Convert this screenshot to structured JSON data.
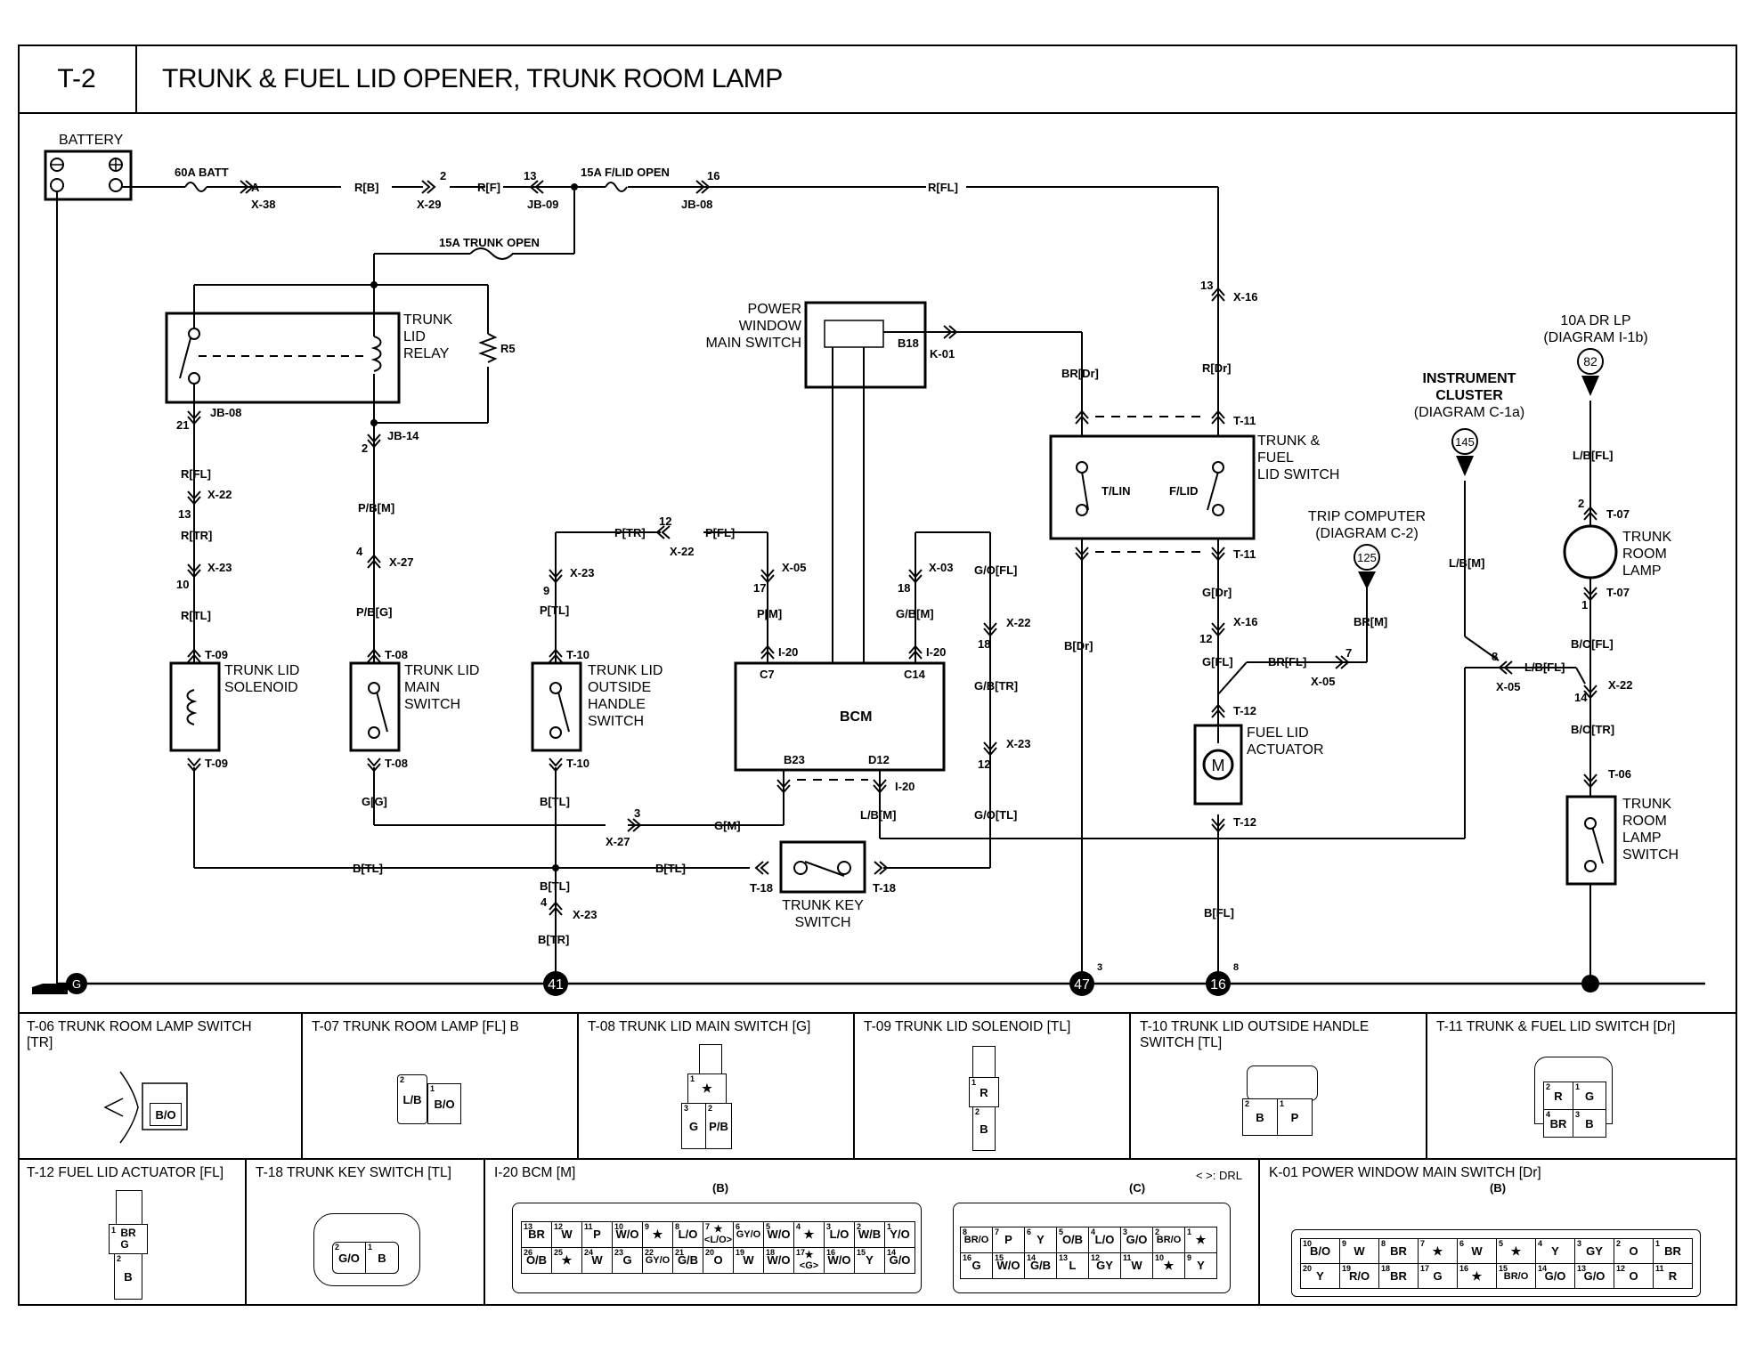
{
  "header": {
    "code": "T-2",
    "title": "TRUNK & FUEL LID OPENER, TRUNK ROOM LAMP"
  },
  "components": {
    "battery": "BATTERY",
    "fuse_batt": "60A BATT",
    "fuse_flid": "15A F/LID OPEN",
    "fuse_trunk": "15A TRUNK OPEN",
    "relay": [
      "TRUNK",
      "LID",
      "RELAY"
    ],
    "resistor": "R5",
    "pw_switch": [
      "POWER",
      "WINDOW",
      "MAIN SWITCH"
    ],
    "pw_pin": "B18",
    "bcm": "BCM",
    "bcm_pins": {
      "c7": "C7",
      "c14": "C14",
      "b23": "B23",
      "d12": "D12"
    },
    "solenoid": [
      "TRUNK LID",
      "SOLENOID"
    ],
    "main_switch": [
      "TRUNK LID",
      "MAIN",
      "SWITCH"
    ],
    "outside_switch": [
      "TRUNK LID",
      "OUTSIDE",
      "HANDLE",
      "SWITCH"
    ],
    "key_switch": [
      "TRUNK KEY",
      "SWITCH"
    ],
    "tf_switch": [
      "TRUNK &",
      "FUEL",
      "LID SWITCH"
    ],
    "tf_switch_inner": {
      "left": "T/LIN",
      "right": "F/LID"
    },
    "fuel_actuator": [
      "FUEL LID",
      "ACTUATOR"
    ],
    "motor_symbol": "M",
    "trip_computer": [
      "TRIP COMPUTER",
      "(DIAGRAM C-2)"
    ],
    "instrument_cluster": [
      "INSTRUMENT",
      "CLUSTER",
      "(DIAGRAM  C-1a)"
    ],
    "dr_lp": [
      "10A DR LP",
      "(DIAGRAM I-1b)"
    ],
    "trunk_lamp": [
      "TRUNK",
      "ROOM",
      "LAMP"
    ],
    "trunk_lamp_switch": [
      "TRUNK",
      "ROOM",
      "LAMP",
      "SWITCH"
    ],
    "ref_circles": {
      "trip": "125",
      "cluster": "145",
      "drlp": "82"
    }
  },
  "ground_points": [
    {
      "id": "G",
      "pin": ""
    },
    {
      "id": "41",
      "pin": ""
    },
    {
      "id": "47",
      "pin": "3"
    },
    {
      "id": "16",
      "pin": "8"
    }
  ],
  "wire_labels": {
    "rb": "R[B]",
    "rf": "R[F]",
    "rfl_top": "R[FL]",
    "x38": "X-38",
    "x38_pin": "A",
    "x29": "X-29",
    "x29_pin": "2",
    "jb09": "JB-09",
    "jb09_pin": "13",
    "jb08_top": "JB-08",
    "jb08_top_pin": "16",
    "jb08": "JB-08",
    "jb08_pin": "21",
    "jb14": "JB-14",
    "jb14_pin": "2",
    "rfl": "R[FL]",
    "x22a": "X-22",
    "x22a_pin": "13",
    "rtr": "R[TR]",
    "x23a": "X-23",
    "x23a_pin": "10",
    "rtl": "R[TL]",
    "pbm": "P/B[M]",
    "x27a": "X-27",
    "x27a_pin": "4",
    "pbg": "P/B[G]",
    "t09": "T-09",
    "t08": "T-08",
    "t10": "T-10",
    "gg": "G[G]",
    "btl1": "B[TL]",
    "btl2": "B[TL]",
    "btl3": "B[TL]",
    "btl4": "B[TL]",
    "x27b": "X-27",
    "x27b_pin": "3",
    "gm": "G[M]",
    "x23b": "X-23",
    "x23b_pin": "4",
    "btr": "B[TR]",
    "ptr": "P[TR]",
    "x22b": "X-22",
    "x22b_pin": "12",
    "pfl": "P[FL]",
    "x23c": "X-23",
    "x23c_pin": "9",
    "ptl": "P[TL]",
    "x05a": "X-05",
    "x05a_pin": "17",
    "pm": "P[M]",
    "i20": "I-20",
    "x03": "X-03",
    "x03_pin": "18",
    "gbm": "G/B[M]",
    "gofl": "G/O[FL]",
    "x22c": "X-22",
    "x22c_pin": "18",
    "gbtr": "G/B[TR]",
    "x23d": "X-23",
    "x23d_pin": "12",
    "gotl": "G/O[TL]",
    "lbm": "L/B[M]",
    "t18": "T-18",
    "k01": "K-01",
    "brdr": "BR[Dr]",
    "x16a": "X-16",
    "x16a_pin": "13",
    "rdr": "R[Dr]",
    "t11": "T-11",
    "bdr": "B[Dr]",
    "gdr": "G[Dr]",
    "x16b": "X-16",
    "x16b_pin": "12",
    "gfl": "G[FL]",
    "brfl": "BR[FL]",
    "x05b": "X-05",
    "x05b_pin": "7",
    "brm": "BR[M]",
    "t12": "T-12",
    "bfl": "B[FL]",
    "lbm2": "L/B[M]",
    "x05c": "X-05",
    "x05c_pin": "8",
    "lbfl2": "L/B[FL]",
    "lbfl": "L/B[FL]",
    "t07": "T-07",
    "t07_pin_top": "2",
    "t07_pin_bot": "1",
    "bofl": "B/O[FL]",
    "x22d": "X-22",
    "x22d_pin": "14",
    "botr": "B/O[TR]",
    "t06": "T-06"
  },
  "connector_panels": [
    {
      "title": "T-06 TRUNK ROOM LAMP SWITCH\n      [TR]",
      "pins": [
        {
          "n": "",
          "c": "B/O"
        }
      ]
    },
    {
      "title": "T-07 TRUNK ROOM LAMP [FL] B",
      "pins": [
        {
          "n": "2",
          "c": "L/B"
        },
        {
          "n": "1",
          "c": "B/O"
        }
      ]
    },
    {
      "title": "T-08 TRUNK LID MAIN SWITCH [G]",
      "pins": [
        {
          "n": "1",
          "c": "★"
        },
        {
          "n": "3",
          "c": "G"
        },
        {
          "n": "2",
          "c": "P/B"
        }
      ]
    },
    {
      "title": "T-09 TRUNK LID SOLENOID [TL]",
      "pins": [
        {
          "n": "1",
          "c": "R"
        },
        {
          "n": "2",
          "c": "B"
        }
      ]
    },
    {
      "title": "T-10 TRUNK LID OUTSIDE HANDLE\n        SWITCH [TL]",
      "pins": [
        {
          "n": "2",
          "c": "B"
        },
        {
          "n": "1",
          "c": "P"
        }
      ]
    },
    {
      "title": "T-11 TRUNK & FUEL LID SWITCH [Dr]",
      "pins": [
        {
          "n": "2",
          "c": "R"
        },
        {
          "n": "1",
          "c": "G"
        },
        {
          "n": "4",
          "c": "BR"
        },
        {
          "n": "3",
          "c": "B"
        }
      ]
    },
    {
      "title": "T-12 FUEL LID ACTUATOR [FL]",
      "pins": [
        {
          "n": "1",
          "c": "BR\nG"
        },
        {
          "n": "2",
          "c": "B"
        }
      ]
    },
    {
      "title": "T-18 TRUNK KEY SWITCH [TL]",
      "pins": [
        {
          "n": "2",
          "c": "G/O"
        },
        {
          "n": "1",
          "c": "B"
        }
      ]
    },
    {
      "title": "I-20 BCM [M]",
      "note": "< >: DRL",
      "sub_b": "(B)",
      "b_top": [
        {
          "n": "13",
          "c": "BR"
        },
        {
          "n": "12",
          "c": "W"
        },
        {
          "n": "11",
          "c": "P"
        },
        {
          "n": "10",
          "c": "W/O"
        },
        {
          "n": "9",
          "c": "★"
        },
        {
          "n": "8",
          "c": "L/O"
        },
        {
          "n": "7",
          "c": "★ <L/O>"
        },
        {
          "n": "6",
          "c": "GY/O"
        },
        {
          "n": "5",
          "c": "W/O"
        },
        {
          "n": "4",
          "c": "★"
        },
        {
          "n": "3",
          "c": "L/O"
        },
        {
          "n": "2",
          "c": "W/B"
        },
        {
          "n": "1",
          "c": "Y/O"
        }
      ],
      "b_bot": [
        {
          "n": "26",
          "c": "O/B"
        },
        {
          "n": "25",
          "c": "★"
        },
        {
          "n": "24",
          "c": "W"
        },
        {
          "n": "23",
          "c": "G"
        },
        {
          "n": "22",
          "c": "GY/O"
        },
        {
          "n": "21",
          "c": "G/B"
        },
        {
          "n": "20",
          "c": "O"
        },
        {
          "n": "19",
          "c": "W"
        },
        {
          "n": "18",
          "c": "W/O"
        },
        {
          "n": "17",
          "c": "★ <G>"
        },
        {
          "n": "16",
          "c": "W/O"
        },
        {
          "n": "15",
          "c": "Y"
        },
        {
          "n": "14",
          "c": "G/O"
        }
      ],
      "sub_c": "(C)",
      "c_top": [
        {
          "n": "8",
          "c": "BR/O"
        },
        {
          "n": "7",
          "c": "P"
        },
        {
          "n": "6",
          "c": "Y"
        },
        {
          "n": "5",
          "c": "O/B"
        },
        {
          "n": "4",
          "c": "L/O"
        },
        {
          "n": "3",
          "c": "G/O"
        },
        {
          "n": "2",
          "c": "BR/O"
        },
        {
          "n": "1",
          "c": "★"
        }
      ],
      "c_bot": [
        {
          "n": "16",
          "c": "G"
        },
        {
          "n": "15",
          "c": "W/O"
        },
        {
          "n": "14",
          "c": "G/B"
        },
        {
          "n": "13",
          "c": "L"
        },
        {
          "n": "12",
          "c": "GY"
        },
        {
          "n": "11",
          "c": "W"
        },
        {
          "n": "10",
          "c": "★"
        },
        {
          "n": "9",
          "c": "Y"
        }
      ]
    },
    {
      "title": "K-01 POWER WINDOW MAIN SWITCH [Dr]",
      "sub": "(B)",
      "top": [
        {
          "n": "10",
          "c": "B/O"
        },
        {
          "n": "9",
          "c": "W"
        },
        {
          "n": "8",
          "c": "BR"
        },
        {
          "n": "7",
          "c": "★"
        },
        {
          "n": "6",
          "c": "W"
        },
        {
          "n": "5",
          "c": "★"
        },
        {
          "n": "4",
          "c": "Y"
        },
        {
          "n": "3",
          "c": "GY"
        },
        {
          "n": "2",
          "c": "O"
        },
        {
          "n": "1",
          "c": "BR"
        }
      ],
      "bot": [
        {
          "n": "20",
          "c": "Y"
        },
        {
          "n": "19",
          "c": "R/O"
        },
        {
          "n": "18",
          "c": "BR"
        },
        {
          "n": "17",
          "c": "G"
        },
        {
          "n": "16",
          "c": "★"
        },
        {
          "n": "15",
          "c": "BR/O"
        },
        {
          "n": "14",
          "c": "G/O"
        },
        {
          "n": "13",
          "c": "G/O"
        },
        {
          "n": "12",
          "c": "O"
        },
        {
          "n": "11",
          "c": "R"
        }
      ]
    }
  ]
}
